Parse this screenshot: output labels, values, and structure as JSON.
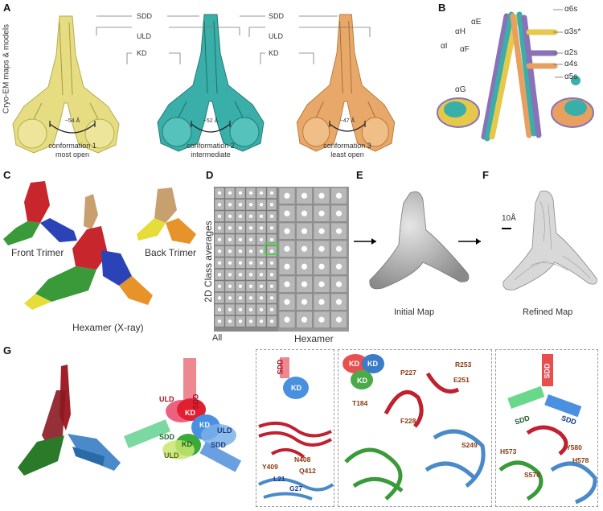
{
  "panels": {
    "A": "A",
    "B": "B",
    "C": "C",
    "D": "D",
    "E": "E",
    "F": "F",
    "G": "G"
  },
  "colors": {
    "yellow": "#e6dc82",
    "teal": "#3aaea8",
    "orange": "#e8a86a",
    "red": "#c8262d",
    "green": "#3a9a3a",
    "blue": "#3a7cc8",
    "tan": "#c8a070",
    "purple": "#8a72b8",
    "gray": "#a6a6a6"
  },
  "panelA": {
    "side_label": "Cryo-EM maps & models",
    "domain_labels": [
      "SDD",
      "ULD",
      "KD"
    ],
    "conformations": [
      {
        "angle": "~54 Å",
        "line1": "conformation 1",
        "line2": "most open"
      },
      {
        "angle": "~52 Å",
        "line1": "conformation 2",
        "line2": "intermediate"
      },
      {
        "angle": "~47 Å",
        "line1": "conformation 3",
        "line2": "least open"
      }
    ]
  },
  "panelB": {
    "helices_left": [
      "αE",
      "αH",
      "αF",
      "αI",
      "αG"
    ],
    "helices_right": [
      "α6s",
      "α3s*",
      "α2s",
      "α4s",
      "α5s"
    ]
  },
  "panelC": {
    "front": "Front Trimer",
    "back": "Back Trimer",
    "hexamer": "Hexamer (X-ray)"
  },
  "panelD": {
    "side": "2D Class averages",
    "all": "All",
    "hexamer": "Hexamer"
  },
  "panelE": {
    "caption": "Initial Map"
  },
  "panelF": {
    "caption": "Refined Map",
    "scale": "10Å"
  },
  "panelG": {
    "schematic_labels": {
      "uld_red": "ULD",
      "sdd_red": "SDD",
      "kd_red": "KD",
      "kd_blue": "KD",
      "uld_blue": "ULD",
      "sdd_blue": "SDD",
      "sdd_green": "SDD",
      "kd_green": "KD",
      "uld_green": "ULD"
    },
    "inset1": {
      "sdd": "SDD",
      "kd": "KD",
      "residues": [
        "N408",
        "Y409",
        "Q412",
        "L21",
        "G27"
      ]
    },
    "inset2": {
      "kd_red": "KD",
      "kd_blue": "KD",
      "kd_green": "KD",
      "residues": [
        "P227",
        "R253",
        "T184",
        "E251",
        "F228",
        "S249"
      ]
    },
    "inset3": {
      "sdd_red": "SDD",
      "sdd_green": "SDD",
      "sdd_blue": "SDD",
      "residues": [
        "Y580",
        "H573",
        "H578",
        "S576"
      ]
    }
  }
}
